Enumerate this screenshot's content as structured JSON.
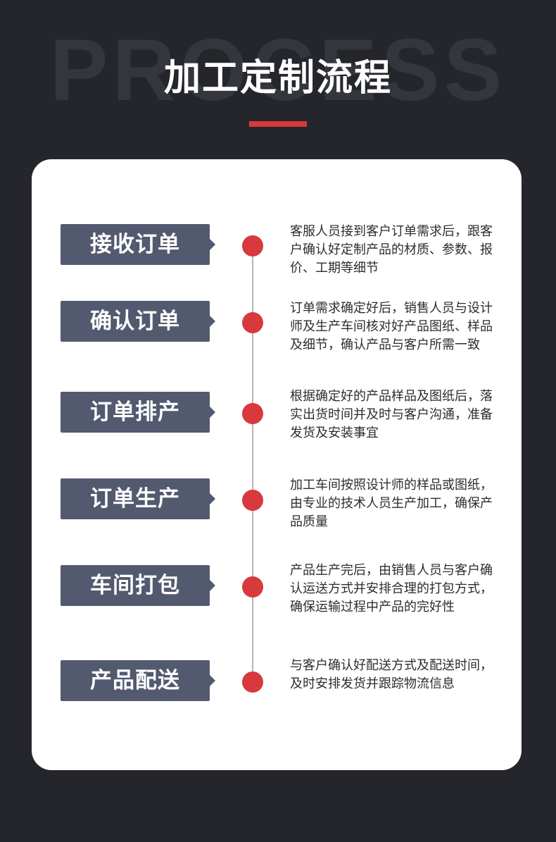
{
  "header": {
    "background_word": "PROCESS",
    "title": "加工定制流程"
  },
  "colors": {
    "page_bg": "#25262b",
    "accent": "#d8393d",
    "label_bg": "#535a6f",
    "card_bg": "#ffffff"
  },
  "steps": [
    {
      "label": "接收订单",
      "description": "客服人员接到客户订单需求后，跟客户确认好定制产品的材质、参数、报价、工期等细节"
    },
    {
      "label": "确认订单",
      "description": "订单需求确定好后，销售人员与设计师及生产车间核对好产品图纸、样品及细节，确认产品与客户所需一致"
    },
    {
      "label": "订单排产",
      "description": "根据确定好的产品样品及图纸后，落实出货时间并及时与客户沟通，准备发货及安装事宜"
    },
    {
      "label": "订单生产",
      "description": "加工车间按照设计师的样品或图纸，由专业的技术人员生产加工，确保产品质量"
    },
    {
      "label": "车间打包",
      "description": "产品生产完后，由销售人员与客户确认运送方式并安排合理的打包方式，确保运输过程中产品的完好性"
    },
    {
      "label": "产品配送",
      "description": "与客户确认好配送方式及配送时间，及时安排发货并跟踪物流信息"
    }
  ]
}
